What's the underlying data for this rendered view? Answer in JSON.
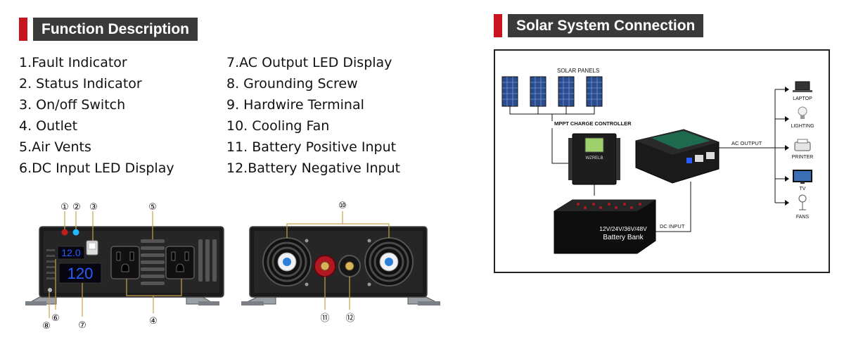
{
  "function_header": {
    "title": "Function Description"
  },
  "features": [
    "1.Fault Indicator",
    "2. Status Indicator",
    "3. On/off Switch",
    "4. Outlet",
    "5.Air Vents",
    "6.DC Input LED Display",
    "7.AC Output LED Display",
    "8. Grounding Screw",
    "9. Hardwire Terminal",
    "10. Cooling Fan",
    "11. Battery Positive Input",
    "12.Battery Negative Input"
  ],
  "front_panel": {
    "callouts": {
      "c1": "①",
      "c2": "②",
      "c3": "③",
      "c4": "④",
      "c5": "⑤",
      "c6": "⑥",
      "c7": "⑦",
      "c8": "⑧"
    },
    "dc_display": "12.0",
    "ac_display": "120"
  },
  "rear_panel": {
    "callouts": {
      "c10": "⑩",
      "c11": "⑪",
      "c12": "⑫"
    }
  },
  "solar_header": {
    "title": "Solar System Connection"
  },
  "solar_diagram": {
    "solar_panels": "SOLAR PANELS",
    "controller": "MPPT CHARGE CONTROLLER",
    "controller_brand": "WZRELB",
    "ac_output": "AC OUTPUT",
    "dc_input": "DC INPUT",
    "battery_voltage": "12V/24V/36V/48V",
    "battery_name": "Battery Bank",
    "loads": {
      "laptop": "LAPTOP",
      "lighting": "LIGHTING",
      "printer": "PRINTER",
      "tv": "TV",
      "fans": "FANS"
    }
  },
  "colors": {
    "accent_red": "#c8141e",
    "header_dark": "#3a3a3a",
    "led_blue": "#2a5bff"
  }
}
